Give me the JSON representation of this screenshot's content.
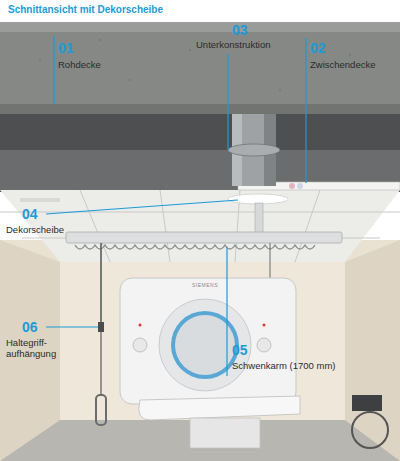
{
  "diagram": {
    "title": "Schnittansicht mit Dekorscheibe",
    "labels": [
      "01",
      "Rohdecke",
      "03",
      "Unterkonstruktion",
      "02",
      "Zwischendecke",
      "04",
      "Dekorscheibe",
      "06",
      "Haltegriff- aufhängung",
      "05",
      "Schwenkarm (1700 mm)",
      "SIEMENS"
    ]
  }
}
